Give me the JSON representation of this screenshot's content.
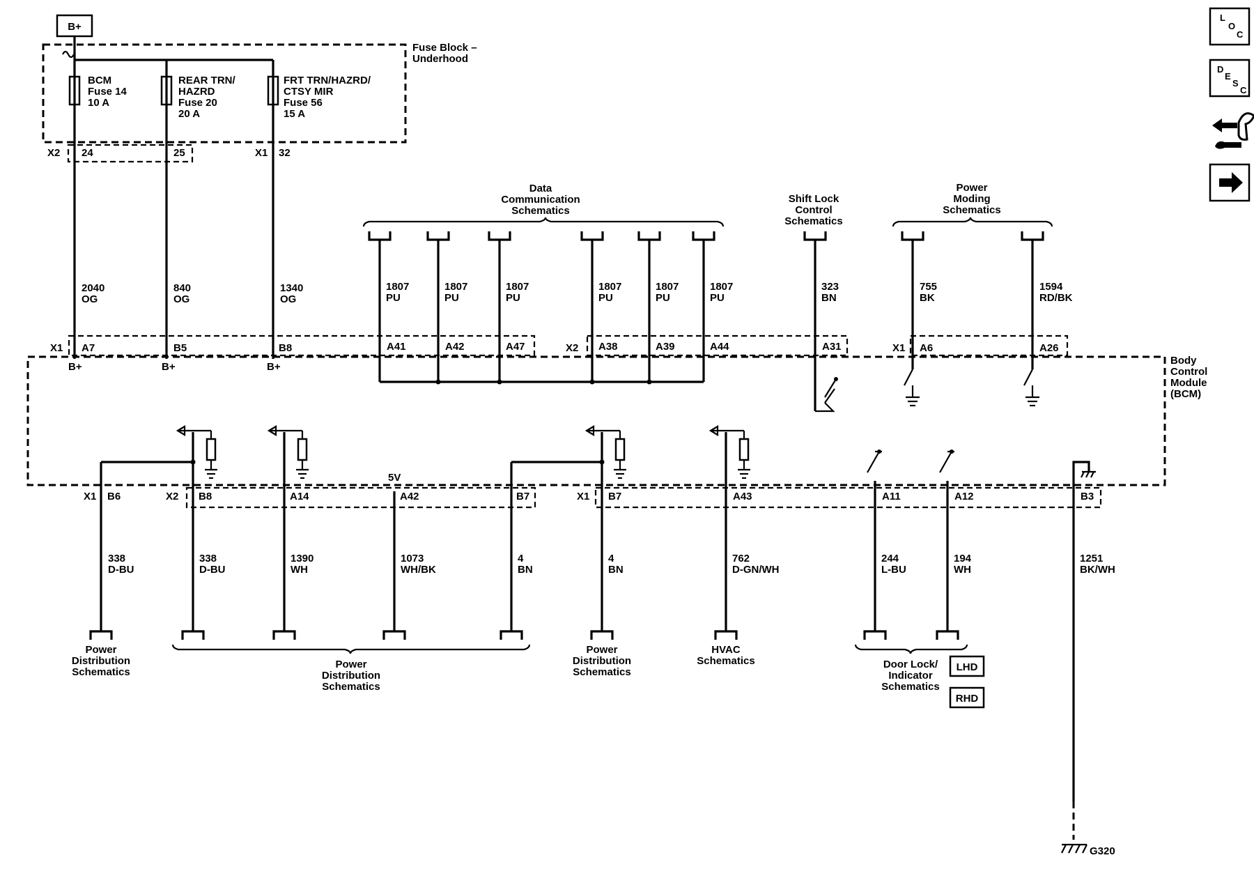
{
  "power": {
    "label": "B+"
  },
  "fuse_block": {
    "title": [
      "Fuse Block –",
      "Underhood"
    ],
    "fuses": [
      {
        "lines": [
          "BCM",
          "Fuse 14",
          "10 A"
        ]
      },
      {
        "lines": [
          "REAR TRN/",
          "HAZRD",
          "Fuse 20",
          "20 A"
        ]
      },
      {
        "lines": [
          "FRT TRN/HAZRD/",
          "CTSY MIR",
          "Fuse 56",
          "15 A"
        ]
      }
    ],
    "connectors": {
      "x2": "X2",
      "x1": "X1"
    },
    "pins": [
      "24",
      "25",
      "32"
    ]
  },
  "top_wires": [
    {
      "circuit": "2040",
      "color": "OG"
    },
    {
      "circuit": "840",
      "color": "OG"
    },
    {
      "circuit": "1340",
      "color": "OG"
    },
    {
      "circuit": "1807",
      "color": "PU"
    },
    {
      "circuit": "1807",
      "color": "PU"
    },
    {
      "circuit": "1807",
      "color": "PU"
    },
    {
      "circuit": "1807",
      "color": "PU"
    },
    {
      "circuit": "1807",
      "color": "PU"
    },
    {
      "circuit": "1807",
      "color": "PU"
    },
    {
      "circuit": "323",
      "color": "BN"
    },
    {
      "circuit": "755",
      "color": "BK"
    },
    {
      "circuit": "1594",
      "color": "RD/BK"
    }
  ],
  "top_pins": [
    "A7",
    "B5",
    "B8",
    "A41",
    "A42",
    "A47",
    "A38",
    "A39",
    "A44",
    "A31",
    "A6",
    "A26"
  ],
  "top_connectors": {
    "c1": "X1",
    "c2": "X2",
    "c3": "X1"
  },
  "bplus_labels": [
    "B+",
    "B+",
    "B+"
  ],
  "top_refs": {
    "data_comm": [
      "Data",
      "Communication",
      "Schematics"
    ],
    "shift_lock": [
      "Shift Lock",
      "Control",
      "Schematics"
    ],
    "power_moding": [
      "Power",
      "Moding",
      "Schematics"
    ]
  },
  "bcm": {
    "label": [
      "Body",
      "Control",
      "Module",
      "(BCM)"
    ]
  },
  "bottom_pins": [
    "B6",
    "B8",
    "A14",
    "A42",
    "B7",
    "B7",
    "A43",
    "A11",
    "A12",
    "B3"
  ],
  "bottom_connectors": {
    "c1": "X1",
    "c2": "X2",
    "c3": "X1"
  },
  "five_v": "5V",
  "bottom_wires": [
    {
      "circuit": "338",
      "color": "D-BU"
    },
    {
      "circuit": "338",
      "color": "D-BU"
    },
    {
      "circuit": "1390",
      "color": "WH"
    },
    {
      "circuit": "1073",
      "color": "WH/BK"
    },
    {
      "circuit": "4",
      "color": "BN"
    },
    {
      "circuit": "4",
      "color": "BN"
    },
    {
      "circuit": "762",
      "color": "D-GN/WH"
    },
    {
      "circuit": "244",
      "color": "L-BU"
    },
    {
      "circuit": "194",
      "color": "WH"
    },
    {
      "circuit": "1251",
      "color": "BK/WH"
    }
  ],
  "bottom_refs": {
    "power_dist_left": [
      "Power",
      "Distribution",
      "Schematics"
    ],
    "power_dist_mid": [
      "Power",
      "Distribution",
      "Schematics"
    ],
    "power_dist_right": [
      "Power",
      "Distribution",
      "Schematics"
    ],
    "hvac": [
      "HVAC",
      "Schematics"
    ],
    "door_lock": [
      "Door Lock/",
      "Indicator",
      "Schematics"
    ]
  },
  "badges": {
    "lhd": "LHD",
    "rhd": "RHD"
  },
  "ground": {
    "label": "G320"
  },
  "side_icons": [
    {
      "name": "loc-icon",
      "letters": [
        "L",
        "O",
        "C"
      ]
    },
    {
      "name": "desc-icon",
      "letters": [
        "D",
        "E",
        "S",
        "C"
      ]
    },
    {
      "name": "connector-tool-icon"
    },
    {
      "name": "arrow-right-icon"
    }
  ]
}
